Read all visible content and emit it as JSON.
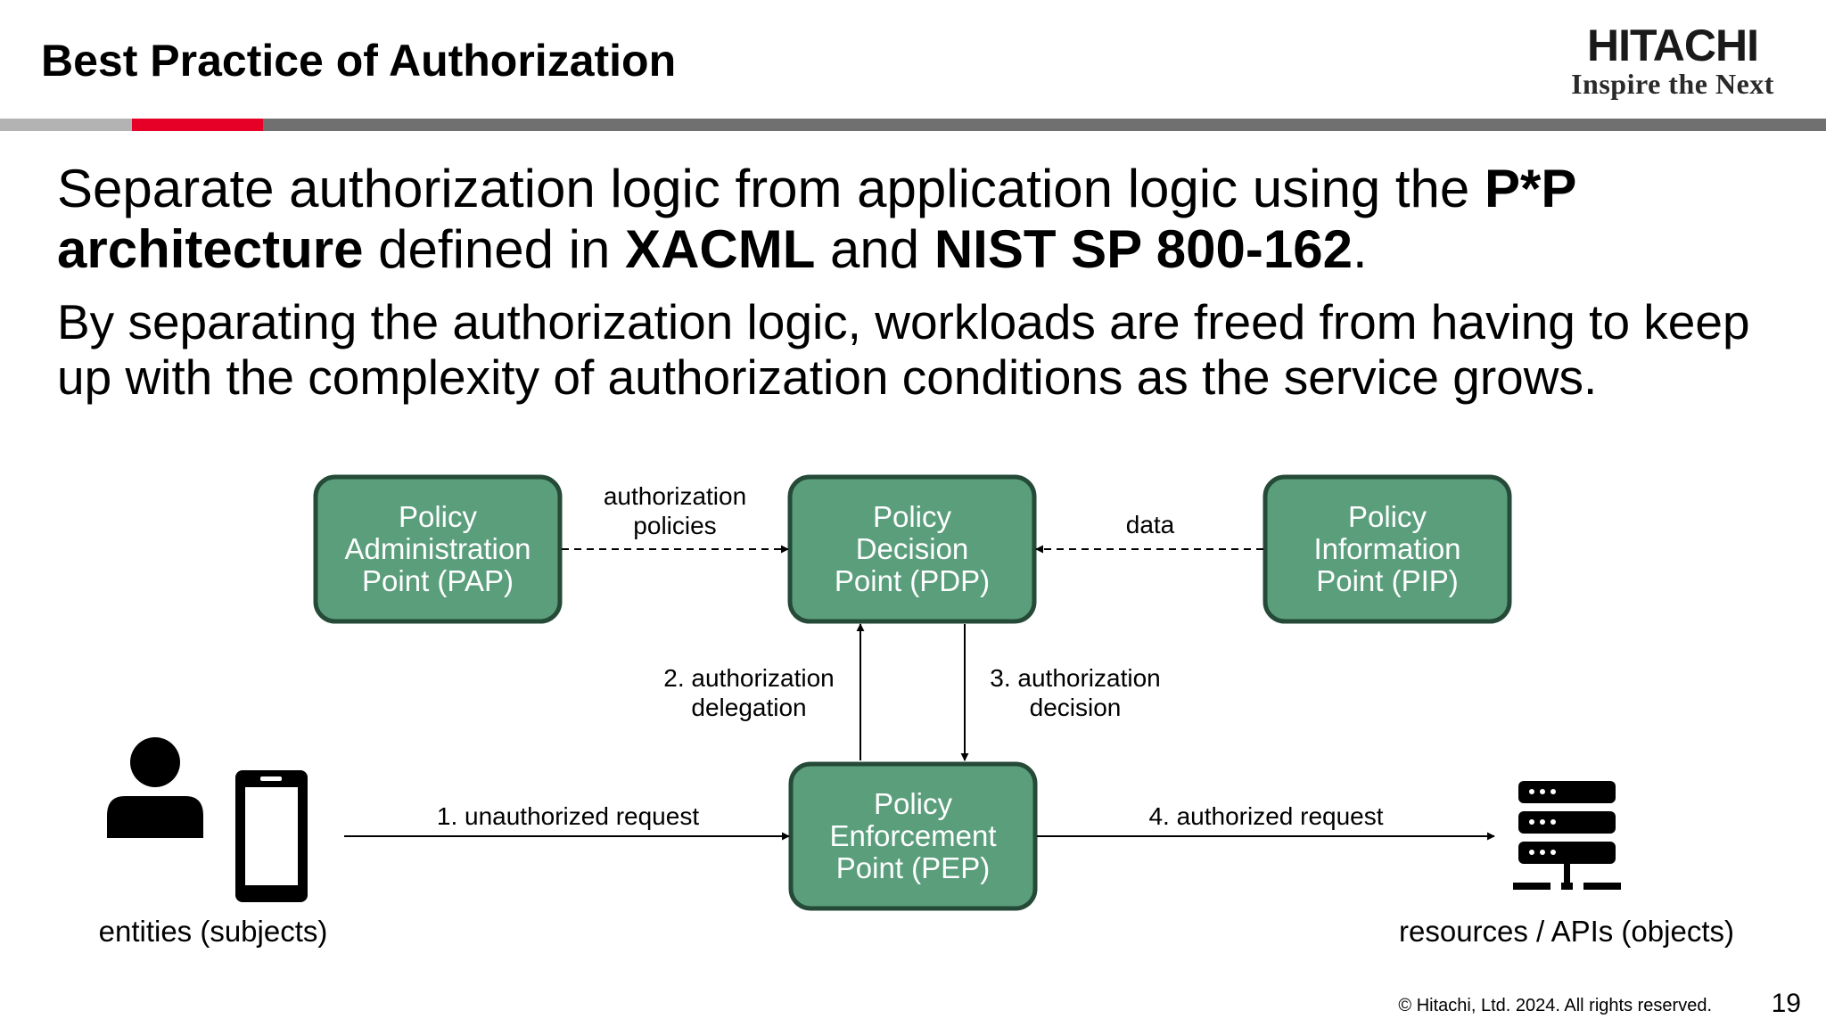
{
  "slide": {
    "title": "Best Practice of Authorization",
    "page_number": "19",
    "copyright": "© Hitachi, Ltd. 2024. All rights reserved."
  },
  "logo": {
    "wordmark": "HITACHI",
    "tagline": "Inspire the Next"
  },
  "colors": {
    "brand_red": "#e60027",
    "rule_gray": "#707070",
    "box_fill": "#5a9e7c",
    "box_border": "#254a37"
  },
  "headline": {
    "part1": "Separate authorization logic from application logic using the ",
    "bold1": "P*P architecture",
    "part2": " defined in ",
    "bold2": "XACML",
    "part3": " and ",
    "bold3": "NIST SP 800-162",
    "part4": "."
  },
  "body": "By separating the authorization logic, workloads are freed from having to keep up with the complexity of authorization conditions as the service grows.",
  "diagram": {
    "nodes": {
      "pap": [
        "Policy",
        "Administration",
        "Point (PAP)"
      ],
      "pdp": [
        "Policy",
        "Decision",
        "Point (PDP)"
      ],
      "pip": [
        "Policy",
        "Information",
        "Point (PIP)"
      ],
      "pep": [
        "Policy",
        "Enforcement",
        "Point (PEP)"
      ]
    },
    "edges": {
      "pap_to_pdp": [
        "authorization",
        "policies"
      ],
      "pip_to_pdp": "data",
      "delegation": [
        "2. authorization",
        "delegation"
      ],
      "decision": [
        "3. authorization",
        "decision"
      ],
      "unauthorized": "1. unauthorized request",
      "authorized": "4. authorized request"
    },
    "entities_label": "entities (subjects)",
    "resources_label": "resources / APIs (objects)",
    "icons": [
      "person-icon",
      "smartphone-icon",
      "server-icon"
    ]
  }
}
